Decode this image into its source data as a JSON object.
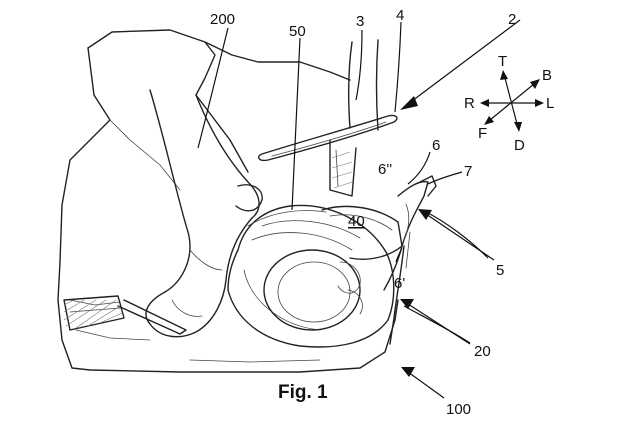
{
  "figure": {
    "caption": "Fig. 1"
  },
  "reference_numerals": {
    "n200": "200",
    "n50": "50",
    "n3": "3",
    "n4": "4",
    "n2": "2",
    "n6": "6",
    "n6pp": "6''",
    "n7": "7",
    "n40": "40",
    "n6p": "6'",
    "n5": "5",
    "n20": "20",
    "n100": "100"
  },
  "compass": {
    "up": "T",
    "upper_right": "B",
    "left": "R",
    "right": "L",
    "lower_left": "F",
    "down": "D"
  }
}
